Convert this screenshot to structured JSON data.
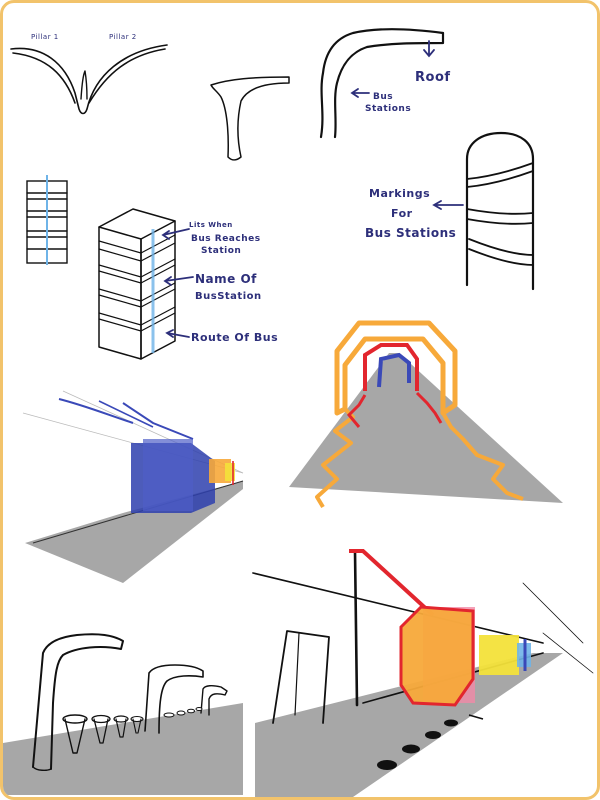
{
  "labels": {
    "pillar_1": "Pillar 1",
    "pillar_2": "Pillar 2",
    "roof": "Roof",
    "bus_stations_line1": "Bus",
    "bus_stations_line2": "Stations",
    "lits_line1": "Lits When",
    "lits_line2": "Bus Reaches",
    "lits_line3": "Station",
    "name_line1": "Name Of",
    "name_line2": "BusStation",
    "route": "Route Of Bus",
    "markings_line1": "Markings",
    "markings_line2": "For",
    "markings_line3": "Bus Stations"
  },
  "colors": {
    "frame": "#f2c36b",
    "ink": "#111111",
    "annotation": "#2d2f7a",
    "blue_fill": "#2e3fae",
    "blue_line": "#3a49b8",
    "orange": "#f7a93a",
    "red": "#e2262e",
    "yellow": "#f3e23a",
    "pink": "#f28aa8",
    "light_blue": "#6fb4e8",
    "gray": "#a7a7a7"
  }
}
